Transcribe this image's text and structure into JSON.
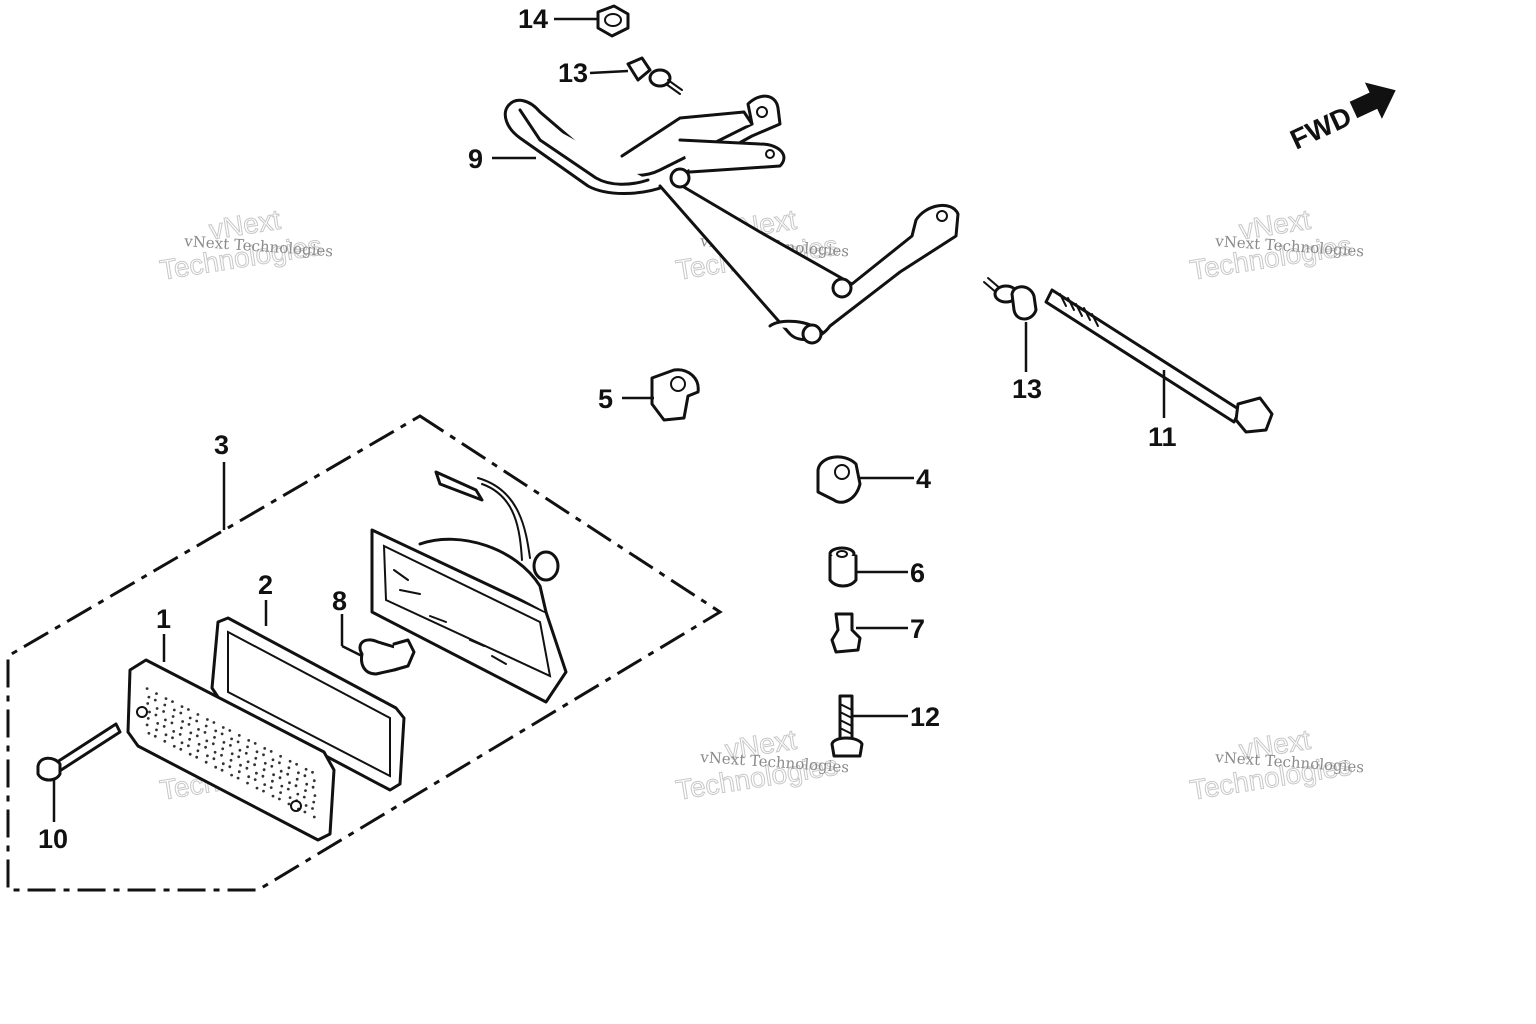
{
  "diagram": {
    "fwd_label": "FWD",
    "watermark": {
      "line_small": "vNext Technologies",
      "line_big_1": "vNext",
      "line_big_2": "Technologies"
    },
    "callouts": [
      {
        "id": "1",
        "label": "1"
      },
      {
        "id": "2",
        "label": "2"
      },
      {
        "id": "3",
        "label": "3"
      },
      {
        "id": "4",
        "label": "4"
      },
      {
        "id": "5",
        "label": "5"
      },
      {
        "id": "6",
        "label": "6"
      },
      {
        "id": "7",
        "label": "7"
      },
      {
        "id": "8",
        "label": "8"
      },
      {
        "id": "9",
        "label": "9"
      },
      {
        "id": "10",
        "label": "10"
      },
      {
        "id": "11",
        "label": "11"
      },
      {
        "id": "12",
        "label": "12"
      },
      {
        "id": "13a",
        "label": "13"
      },
      {
        "id": "13b",
        "label": "13"
      },
      {
        "id": "14",
        "label": "14"
      }
    ]
  }
}
